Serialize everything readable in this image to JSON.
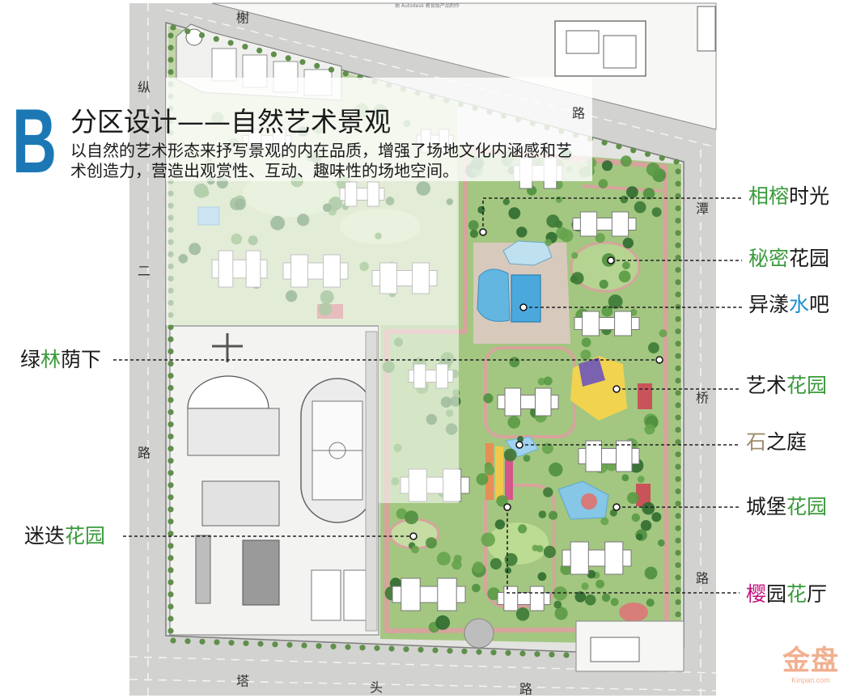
{
  "header": {
    "section_letter": "B",
    "title": "分区设计——自然艺术景观",
    "description": [
      "以自然的艺术形态来抒写景观的内在品质，增强了场地文化内涵感和艺",
      "术创造力，营造出观赏性、互动、趣味性的场地空间。"
    ]
  },
  "plan": {
    "software_stamp": "由 Autodesk 教育版产品制作",
    "roads": {
      "north": [
        "榭",
        "路"
      ],
      "west": [
        "纵",
        "二",
        "路"
      ],
      "east": [
        "潭",
        "桥",
        "路"
      ],
      "south": [
        "塔",
        "头",
        "路"
      ]
    }
  },
  "zones": [
    {
      "parts": [
        {
          "text": "相榕",
          "color": "#3a9b3c"
        },
        {
          "text": "时光",
          "color": "#1a1a1a"
        }
      ]
    },
    {
      "parts": [
        {
          "text": "秘密",
          "color": "#3a9b3c"
        },
        {
          "text": "花园",
          "color": "#1a1a1a"
        }
      ]
    },
    {
      "parts": [
        {
          "text": "异漾",
          "color": "#1a1a1a"
        },
        {
          "text": "水",
          "color": "#1e8fcf"
        },
        {
          "text": "吧",
          "color": "#1a1a1a"
        }
      ]
    },
    {
      "parts": [
        {
          "text": "绿",
          "color": "#1a1a1a"
        },
        {
          "text": "林",
          "color": "#3a9b3c"
        },
        {
          "text": "荫下",
          "color": "#1a1a1a"
        }
      ]
    },
    {
      "parts": [
        {
          "text": "艺术",
          "color": "#1a1a1a"
        },
        {
          "text": "花园",
          "color": "#3a9b3c"
        }
      ]
    },
    {
      "parts": [
        {
          "text": "石",
          "color": "#a08c6c"
        },
        {
          "text": "之庭",
          "color": "#1a1a1a"
        }
      ]
    },
    {
      "parts": [
        {
          "text": "城堡",
          "color": "#1a1a1a"
        },
        {
          "text": "花园",
          "color": "#3a9b3c"
        }
      ]
    },
    {
      "parts": [
        {
          "text": "迷迭",
          "color": "#1a1a1a"
        },
        {
          "text": "花园",
          "color": "#3a9b3c"
        }
      ]
    },
    {
      "parts": [
        {
          "text": "樱",
          "color": "#c4127e"
        },
        {
          "text": "园",
          "color": "#1a1a1a"
        },
        {
          "text": "花",
          "color": "#3a9b3c"
        },
        {
          "text": "厅",
          "color": "#1a1a1a"
        }
      ]
    }
  ],
  "colors": {
    "section_letter": "#1b78b5",
    "label_green": "#3a9b3c",
    "label_blue": "#1e8fcf",
    "label_stone": "#a08c6c",
    "label_magenta": "#c4127e",
    "label_black": "#1a1a1a",
    "leader_line": "#222222"
  },
  "logo": {
    "mark": "金盘",
    "site": "Kinpan.com"
  }
}
